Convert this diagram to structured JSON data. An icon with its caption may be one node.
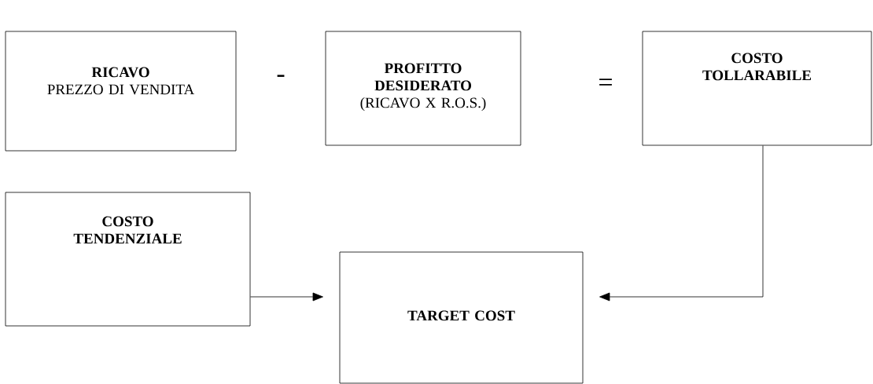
{
  "diagram": {
    "nodes": [
      {
        "text": [
          "RICAVO",
          "PREZZO DI VENDITA"
        ]
      },
      {
        "text": [
          "PROFITTO DESIDERATO",
          "(RICAVO X R.O.S.)"
        ]
      },
      {
        "text": [
          "COSTO TOLLARABILE"
        ]
      },
      {
        "text": [
          "COSTO TENDENZIALE"
        ]
      },
      {
        "text": [
          "TARGET COST"
        ]
      }
    ],
    "edges": [
      {
        "from": 3,
        "to": 4,
        "arrow": "to"
      },
      {
        "from": 2,
        "to": 4,
        "arrow": "to"
      }
    ],
    "labels": [
      "-",
      "="
    ]
  }
}
